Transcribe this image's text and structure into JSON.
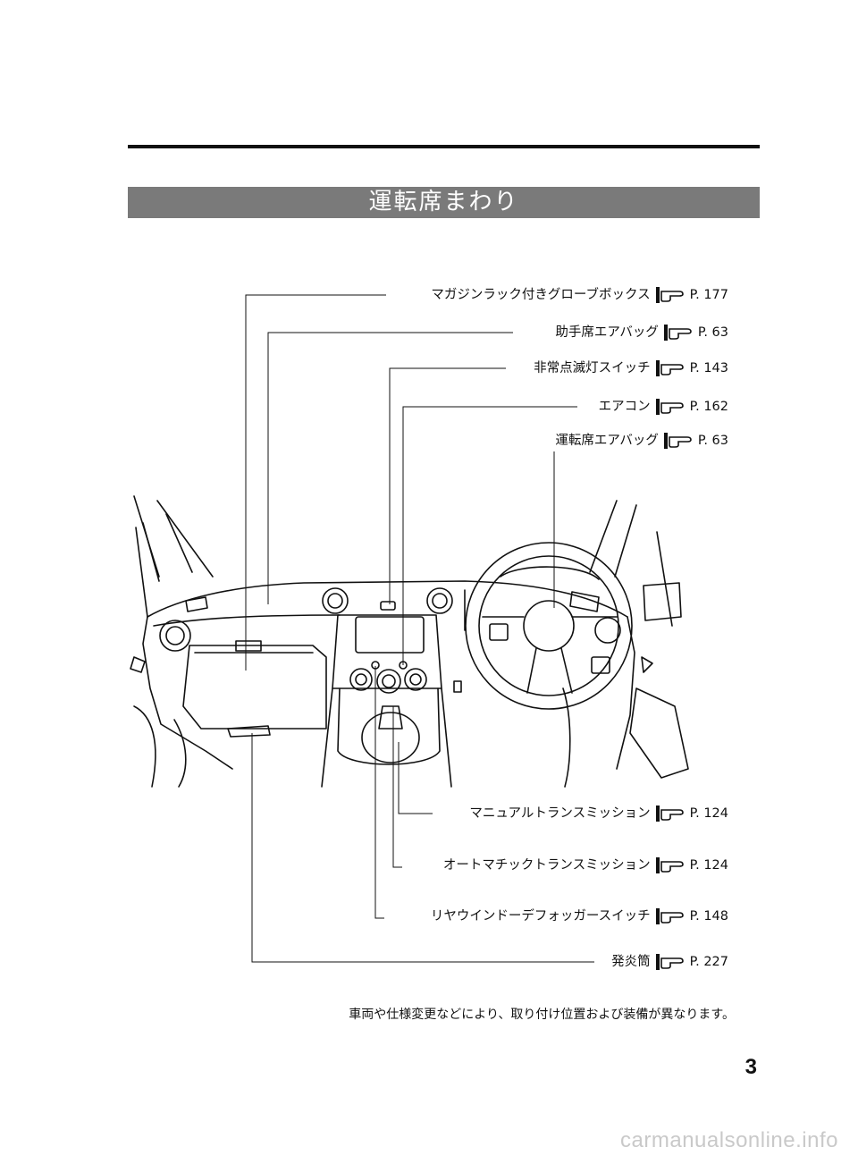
{
  "title": "運転席まわり",
  "callouts": [
    {
      "label": "マガジンラック付きグローブボックス",
      "page": "P. 177"
    },
    {
      "label": "助手席エアバッグ",
      "page": "P. 63"
    },
    {
      "label": "非常点滅灯スイッチ",
      "page": "P. 143"
    },
    {
      "label": "エアコン",
      "page": "P. 162"
    },
    {
      "label": "運転席エアバッグ",
      "page": "P. 63"
    },
    {
      "label": "マニュアルトランスミッション",
      "page": "P. 124"
    },
    {
      "label": "オートマチックトランスミッション",
      "page": "P. 124"
    },
    {
      "label": "リヤウインドーデフォッガースイッチ",
      "page": "P. 148"
    },
    {
      "label": "発炎筒",
      "page": "P. 227"
    }
  ],
  "note": "車両や仕様変更などにより、取り付け位置および装備が異なります。",
  "page_number": "3",
  "watermark": "carmanualsonline.info"
}
